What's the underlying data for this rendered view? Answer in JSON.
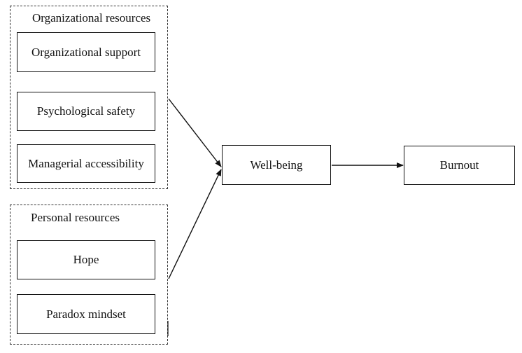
{
  "diagram": {
    "groups": {
      "organizational": {
        "title": "Organizational resources",
        "items": [
          "Organizational support",
          "Psychological safety",
          "Managerial accessibility"
        ]
      },
      "personal": {
        "title": "Personal resources",
        "items": [
          "Hope",
          "Paradox mindset"
        ]
      }
    },
    "nodes": {
      "wellbeing": "Well-being",
      "burnout": "Burnout"
    },
    "edges": [
      {
        "from": "Organizational resources",
        "to": "Well-being"
      },
      {
        "from": "Personal resources",
        "to": "Well-being"
      },
      {
        "from": "Well-being",
        "to": "Burnout"
      }
    ]
  }
}
